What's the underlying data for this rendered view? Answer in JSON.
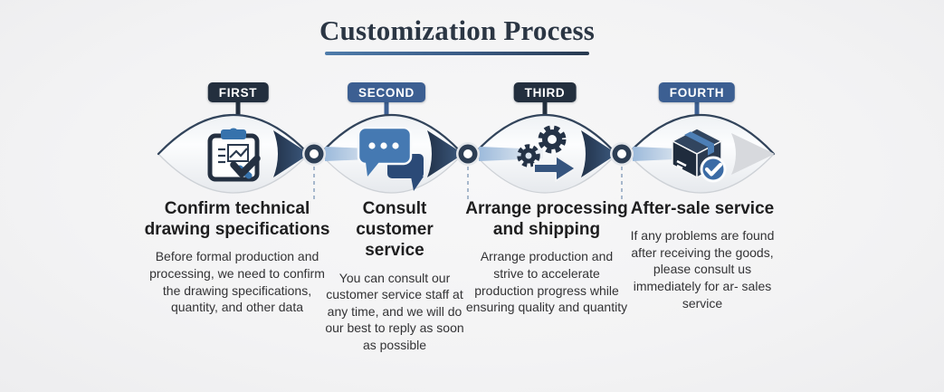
{
  "header": {
    "title": "Customization Process",
    "underline_colors": [
      "#4e7cab",
      "#27394f"
    ]
  },
  "colors": {
    "background": "#f3f3f4",
    "dark_label": "#232f3e",
    "blue_label": "#3c5f92",
    "icon_navy": "#243246",
    "icon_blue": "#4579b2",
    "node_ring": "#2d3e54",
    "connector_band": "#9cbadb",
    "dashed_line": "#93a8c2"
  },
  "steps": [
    {
      "label": "FIRST",
      "label_color": "#232f3e",
      "icon": "clipboard-check-icon",
      "heading": "Confirm technical drawing specifications",
      "body": "Before formal production and processing, we need to confirm the drawing specifications, quantity, and other data"
    },
    {
      "label": "SECOND",
      "label_color": "#3c5f92",
      "icon": "chat-bubbles-icon",
      "heading": "Consult customer service",
      "body": "You can consult our customer service staff at any time, and we will do our best to reply as soon as possible"
    },
    {
      "label": "THIRD",
      "label_color": "#232f3e",
      "icon": "gears-arrow-icon",
      "heading": "Arrange processing and shipping",
      "body": "Arrange production and strive to accelerate production progress while ensuring quality and quantity"
    },
    {
      "label": "FOURTH",
      "label_color": "#3c5f92",
      "icon": "package-check-icon",
      "heading": "After-sale service",
      "body": "If any problems are found after receiving the goods, please consult us immediately for ar- sales service"
    }
  ]
}
